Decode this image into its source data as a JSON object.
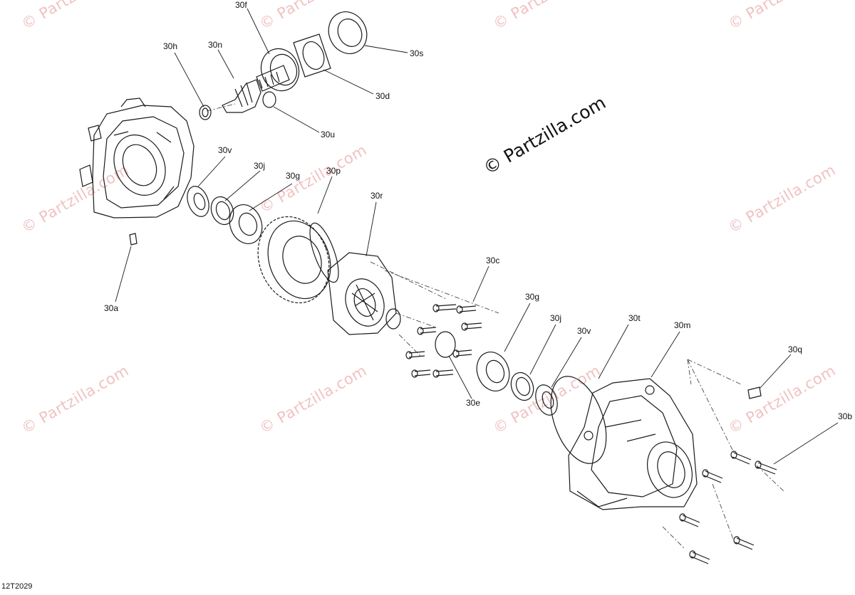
{
  "watermark": {
    "main": "© Partzilla.com",
    "repeat": "© Partzilla.com"
  },
  "figure_id": "12T2029",
  "callouts": {
    "c30f": "30f",
    "c30h": "30h",
    "c30n": "30n",
    "c30s": "30s",
    "c30d": "30d",
    "c30u": "30u",
    "c30v_top": "30v",
    "c30j_top": "30j",
    "c30g_top": "30g",
    "c30p": "30p",
    "c30r": "30r",
    "c30a": "30a",
    "c30c": "30c",
    "c30g_bottom": "30g",
    "c30j_bottom": "30j",
    "c30v_bottom": "30v",
    "c30t": "30t",
    "c30m": "30m",
    "c30q": "30q",
    "c30e": "30e",
    "c30b": "30b"
  }
}
